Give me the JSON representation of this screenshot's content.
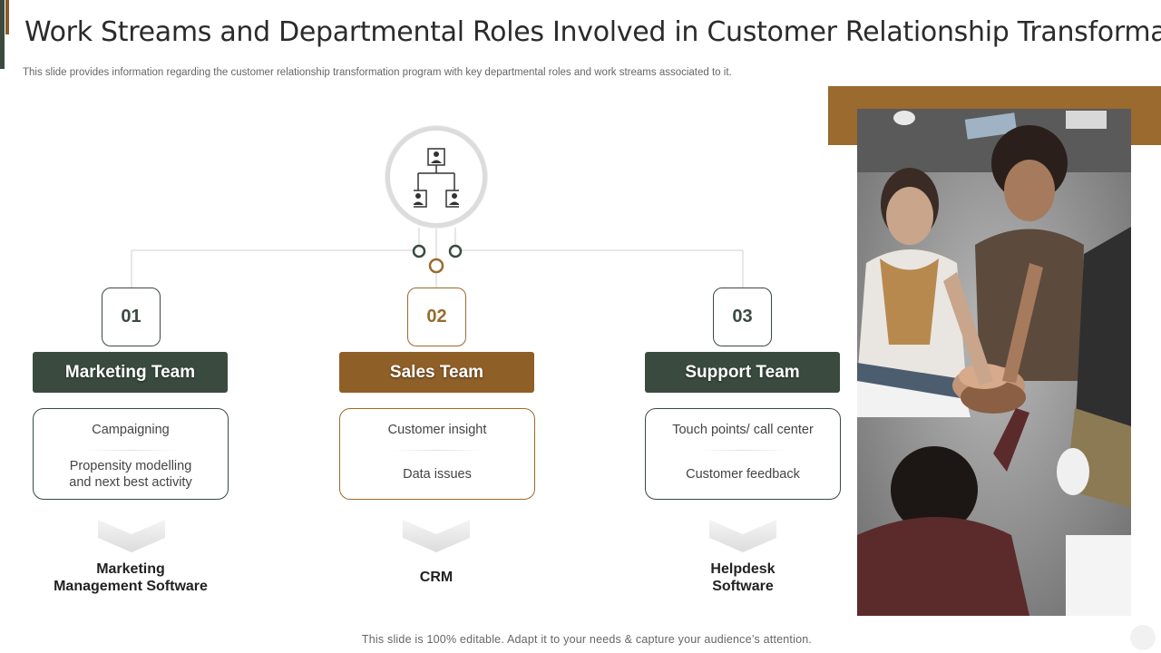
{
  "slide": {
    "title": "Work Streams and Departmental Roles Involved in Customer Relationship Transformation",
    "subtitle": "This slide provides information regarding the customer relationship transformation program with key departmental roles and work streams associated to it.",
    "footer": "This slide is 100% editable. Adapt it to your needs & capture your audience’s attention."
  },
  "colors": {
    "dark": "#3a4a3f",
    "brown": "#9a6a2e"
  },
  "hub": {
    "icon": "org-chart-icon"
  },
  "columns": [
    {
      "number": "01",
      "team": "Marketing Team",
      "items": [
        "Campaigning",
        "Propensity modelling\nand next best activity"
      ],
      "software": "Marketing\nManagement Software"
    },
    {
      "number": "02",
      "team": "Sales Team",
      "items": [
        "Customer insight",
        "Data issues"
      ],
      "software": "CRM"
    },
    {
      "number": "03",
      "team": "Support Team",
      "items": [
        "Touch points/ call center",
        "Customer feedback"
      ],
      "software": "Helpdesk\nSoftware"
    }
  ],
  "photo": {
    "alt": "team-hands-together-photo"
  }
}
